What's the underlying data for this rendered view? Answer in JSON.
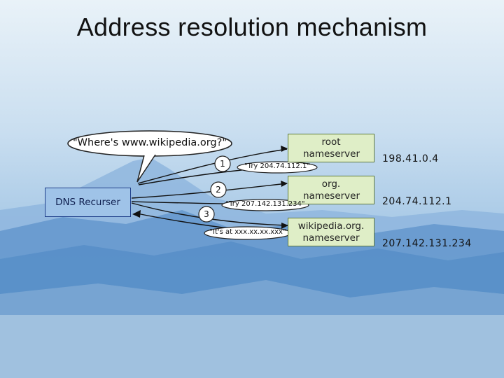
{
  "slide": {
    "title": "Address resolution mechanism"
  },
  "diagram": {
    "recurser": "DNS Recurser",
    "question": "\"Where's www.wikipedia.org?\"",
    "servers": [
      {
        "label": "root nameserver",
        "ip": "198.41.0.4"
      },
      {
        "label": "org. nameserver",
        "ip": "204.74.112.1"
      },
      {
        "label": "wikipedia.org. nameserver",
        "ip": "207.142.131.234"
      }
    ],
    "steps": [
      "1",
      "2",
      "3"
    ],
    "replies": [
      "\"Try 204.74.112.1\"",
      "\"Try 207.142.131.234\"",
      "\"It's at xxx.xx.xx.xxx\""
    ]
  }
}
